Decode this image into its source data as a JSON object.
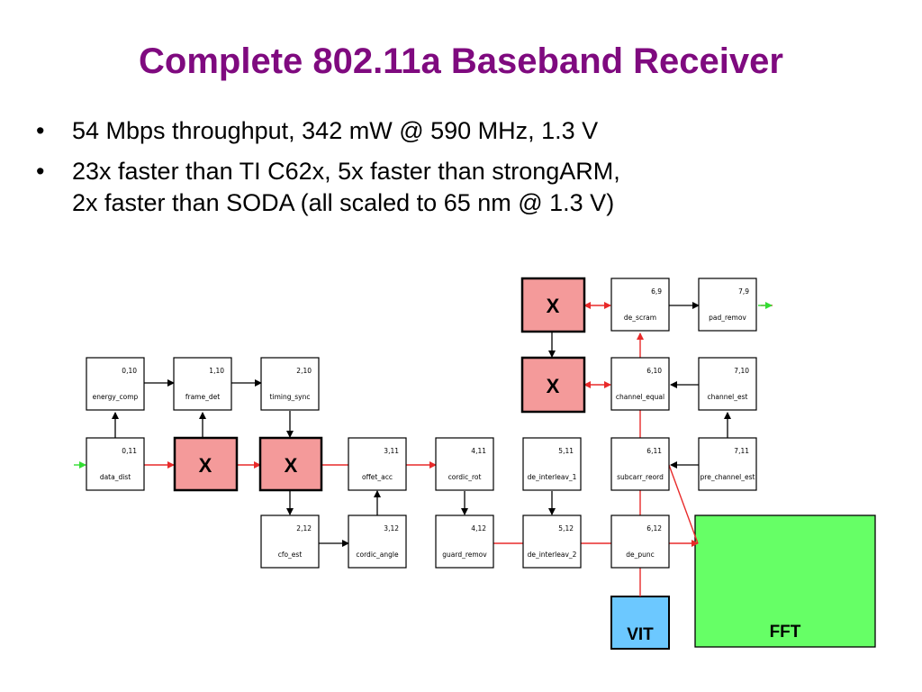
{
  "slide": {
    "title": "Complete 802.11a Baseband Receiver",
    "bullets": [
      {
        "lines": [
          "54 Mbps throughput, 342 mW @ 590 MHz, 1.3 V"
        ]
      },
      {
        "lines": [
          "23x faster than TI C62x, 5x faster than strongARM,",
          "2x faster than SODA (all scaled to 65 nm @ 1.3 V)"
        ]
      }
    ],
    "bullet_glyph": "•"
  },
  "diagram": {
    "colors": {
      "x_block": "#f49a9a",
      "vit": "#6cc8ff",
      "fft": "#66ff66",
      "red_path": "#e82a2a",
      "io_arrow": "#33dd33"
    },
    "x_label": "X",
    "blocks": [
      {
        "id": "b0_10",
        "coord": "0,10",
        "name": "energy_comp"
      },
      {
        "id": "b1_10",
        "coord": "1,10",
        "name": "frame_det"
      },
      {
        "id": "b2_10",
        "coord": "2,10",
        "name": "timing_sync"
      },
      {
        "id": "b0_11",
        "coord": "0,11",
        "name": "data_dist"
      },
      {
        "id": "b3_11",
        "coord": "3,11",
        "name": "offet_acc"
      },
      {
        "id": "b4_11",
        "coord": "4,11",
        "name": "cordic_rot"
      },
      {
        "id": "b5_11",
        "coord": "5,11",
        "name": "de_interleav_1"
      },
      {
        "id": "b6_11",
        "coord": "6,11",
        "name": "subcarr_reord"
      },
      {
        "id": "b7_11",
        "coord": "7,11",
        "name": "pre_channel_est"
      },
      {
        "id": "b2_12",
        "coord": "2,12",
        "name": "cfo_est"
      },
      {
        "id": "b3_12",
        "coord": "3,12",
        "name": "cordic_angle"
      },
      {
        "id": "b4_12",
        "coord": "4,12",
        "name": "guard_remov"
      },
      {
        "id": "b5_12",
        "coord": "5,12",
        "name": "de_interleav_2"
      },
      {
        "id": "b6_12",
        "coord": "6,12",
        "name": "de_punc"
      },
      {
        "id": "b6_9",
        "coord": "6,9",
        "name": "de_scram"
      },
      {
        "id": "b7_9",
        "coord": "7,9",
        "name": "pad_remov"
      },
      {
        "id": "b6_10",
        "coord": "6,10",
        "name": "channel_equal"
      },
      {
        "id": "b7_10",
        "coord": "7,10",
        "name": "channel_est"
      }
    ],
    "x_blocks": [
      "x1_11",
      "x2_11",
      "x5_9",
      "x5_10"
    ],
    "vit": {
      "label": "VIT"
    },
    "fft": {
      "label": "FFT"
    }
  }
}
